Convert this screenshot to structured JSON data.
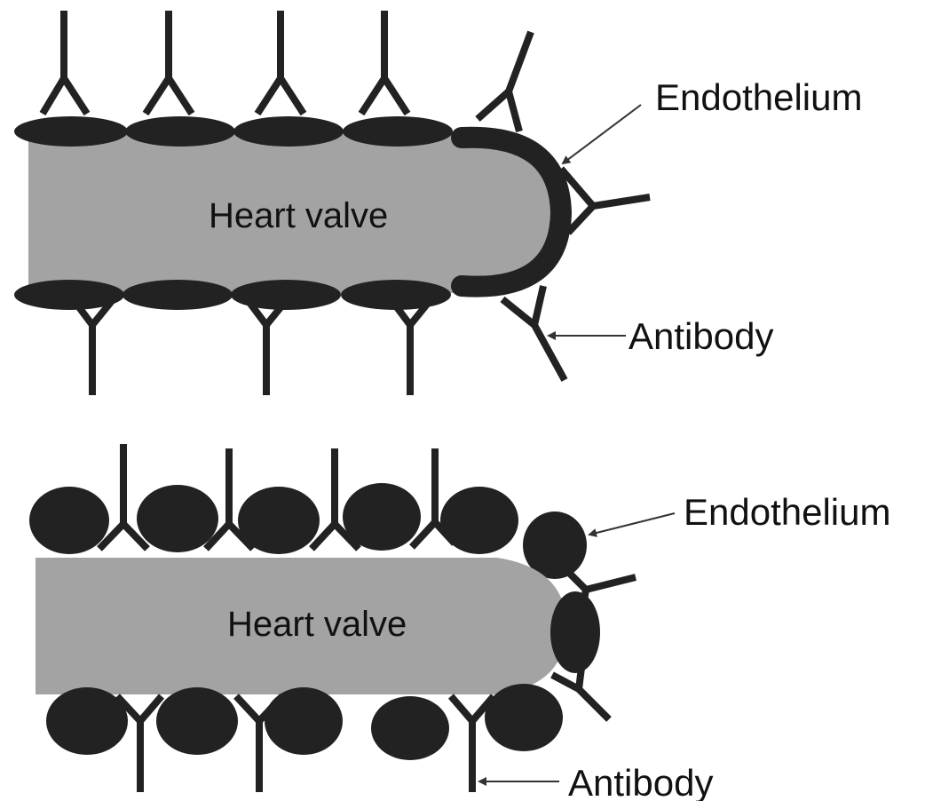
{
  "colors": {
    "valve": "#a3a3a3",
    "endothelium": "#222222",
    "antibody": "#222222",
    "arrow": "#333333",
    "text": "#111111",
    "background": "#ffffff"
  },
  "panels": [
    {
      "id": "top",
      "valve_label": "Heart valve",
      "endothelium_label": "Endothelium",
      "antibody_label": "Antibody"
    },
    {
      "id": "bottom",
      "valve_label": "Heart valve",
      "endothelium_label": "Endothelium",
      "antibody_label": "Antibody"
    }
  ]
}
